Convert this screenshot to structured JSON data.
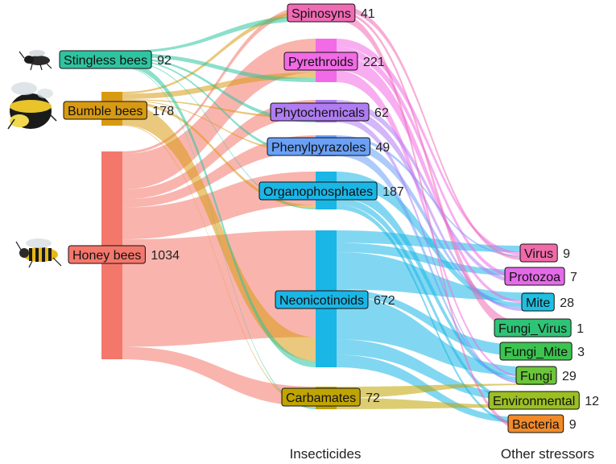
{
  "columns": {
    "insecticides": "Insecticides",
    "other_stressors": "Other stressors"
  },
  "colors": {
    "stingless_bees": "#2ec4a0",
    "bumble_bees": "#d89a12",
    "honey_bees": "#f4776c",
    "spinosyns": "#ef6bb4",
    "pyrethroids": "#f26ae6",
    "phytochemicals": "#b07cf2",
    "phenylpyrazoles": "#6aa0f5",
    "organophosphates": "#1ab6e6",
    "neonicotinoids": "#1ab6e6",
    "carbamates": "#c0a400",
    "virus": "#f06aa8",
    "protozoa": "#e46ae8",
    "mite": "#20bfe0",
    "fungi_virus": "#2ec476",
    "fungi_mite": "#3cc350",
    "fungi": "#6cc53a",
    "environmental": "#9cbf23",
    "bacteria": "#f28a2a"
  },
  "bees": [
    {
      "id": "stingless_bees",
      "label": "Stingless bees",
      "count": "92",
      "icon": "stingless-bee-icon"
    },
    {
      "id": "bumble_bees",
      "label": "Bumble bees",
      "count": "178",
      "icon": "bumble-bee-icon"
    },
    {
      "id": "honey_bees",
      "label": "Honey bees",
      "count": "1034",
      "icon": "honey-bee-icon"
    }
  ],
  "insecticides": [
    {
      "id": "spinosyns",
      "label": "Spinosyns",
      "count": "41"
    },
    {
      "id": "pyrethroids",
      "label": "Pyrethroids",
      "count": "221"
    },
    {
      "id": "phytochemicals",
      "label": "Phytochemicals",
      "count": "62"
    },
    {
      "id": "phenylpyrazoles",
      "label": "Phenylpyrazoles",
      "count": "49"
    },
    {
      "id": "organophosphates",
      "label": "Organophosphates",
      "count": "187"
    },
    {
      "id": "neonicotinoids",
      "label": "Neonicotinoids",
      "count": "672"
    },
    {
      "id": "carbamates",
      "label": "Carbamates",
      "count": "72"
    }
  ],
  "stressors": [
    {
      "id": "virus",
      "label": "Virus",
      "count": "9"
    },
    {
      "id": "protozoa",
      "label": "Protozoa",
      "count": "7"
    },
    {
      "id": "mite",
      "label": "Mite",
      "count": "28"
    },
    {
      "id": "fungi_virus",
      "label": "Fungi_Virus",
      "count": "1"
    },
    {
      "id": "fungi_mite",
      "label": "Fungi_Mite",
      "count": "3"
    },
    {
      "id": "fungi",
      "label": "Fungi",
      "count": "29"
    },
    {
      "id": "environmental",
      "label": "Environmental",
      "count": "12"
    },
    {
      "id": "bacteria",
      "label": "Bacteria",
      "count": "9"
    }
  ],
  "flows": [
    {
      "from": "honey_bees",
      "to": "neonicotinoids",
      "value": 500
    },
    {
      "from": "honey_bees",
      "to": "pyrethroids",
      "value": 165
    },
    {
      "from": "honey_bees",
      "to": "organophosphates",
      "value": 148
    },
    {
      "from": "honey_bees",
      "to": "carbamates",
      "value": 58
    },
    {
      "from": "honey_bees",
      "to": "phytochemicals",
      "value": 46
    },
    {
      "from": "honey_bees",
      "to": "phenylpyrazoles",
      "value": 38
    },
    {
      "from": "honey_bees",
      "to": "spinosyns",
      "value": 12
    },
    {
      "from": "bumble_bees",
      "to": "neonicotinoids",
      "value": 112
    },
    {
      "from": "bumble_bees",
      "to": "pyrethroids",
      "value": 28
    },
    {
      "from": "bumble_bees",
      "to": "organophosphates",
      "value": 14
    },
    {
      "from": "bumble_bees",
      "to": "spinosyns",
      "value": 10
    },
    {
      "from": "bumble_bees",
      "to": "phytochemicals",
      "value": 6
    },
    {
      "from": "bumble_bees",
      "to": "phenylpyrazoles",
      "value": 4
    },
    {
      "from": "bumble_bees",
      "to": "carbamates",
      "value": 4
    },
    {
      "from": "stingless_bees",
      "to": "neonicotinoids",
      "value": 30
    },
    {
      "from": "stingless_bees",
      "to": "pyrethroids",
      "value": 20
    },
    {
      "from": "stingless_bees",
      "to": "spinosyns",
      "value": 12
    },
    {
      "from": "stingless_bees",
      "to": "phytochemicals",
      "value": 10
    },
    {
      "from": "stingless_bees",
      "to": "phenylpyrazoles",
      "value": 7
    },
    {
      "from": "stingless_bees",
      "to": "organophosphates",
      "value": 5
    },
    {
      "from": "stingless_bees",
      "to": "carbamates",
      "value": 4
    },
    {
      "from": "neonicotinoids",
      "to": "virus",
      "value": 4
    },
    {
      "from": "neonicotinoids",
      "to": "mite",
      "value": 12
    },
    {
      "from": "neonicotinoids",
      "to": "fungi_mite",
      "value": 2
    },
    {
      "from": "neonicotinoids",
      "to": "fungi",
      "value": 14
    },
    {
      "from": "neonicotinoids",
      "to": "environmental",
      "value": 5
    },
    {
      "from": "neonicotinoids",
      "to": "bacteria",
      "value": 4
    },
    {
      "from": "neonicotinoids",
      "to": "protozoa",
      "value": 3
    },
    {
      "from": "pyrethroids",
      "to": "protozoa",
      "value": 2
    },
    {
      "from": "pyrethroids",
      "to": "mite",
      "value": 4
    },
    {
      "from": "pyrethroids",
      "to": "virus",
      "value": 2
    },
    {
      "from": "pyrethroids",
      "to": "fungi",
      "value": 3
    },
    {
      "from": "organophosphates",
      "to": "mite",
      "value": 6
    },
    {
      "from": "organophosphates",
      "to": "fungi",
      "value": 5
    },
    {
      "from": "organophosphates",
      "to": "environmental",
      "value": 3
    },
    {
      "from": "organophosphates",
      "to": "bacteria",
      "value": 2
    },
    {
      "from": "phenylpyrazoles",
      "to": "mite",
      "value": 3
    },
    {
      "from": "phenylpyrazoles",
      "to": "fungi",
      "value": 3
    },
    {
      "from": "phenylpyrazoles",
      "to": "virus",
      "value": 1
    },
    {
      "from": "phytochemicals",
      "to": "mite",
      "value": 3
    },
    {
      "from": "phytochemicals",
      "to": "fungi",
      "value": 2
    },
    {
      "from": "phytochemicals",
      "to": "protozoa",
      "value": 2
    },
    {
      "from": "carbamates",
      "to": "environmental",
      "value": 2
    },
    {
      "from": "carbamates",
      "to": "fungi",
      "value": 2
    },
    {
      "from": "spinosyns",
      "to": "virus",
      "value": 2
    },
    {
      "from": "spinosyns",
      "to": "bacteria",
      "value": 3
    },
    {
      "from": "spinosyns",
      "to": "fungi_virus",
      "value": 1
    }
  ]
}
